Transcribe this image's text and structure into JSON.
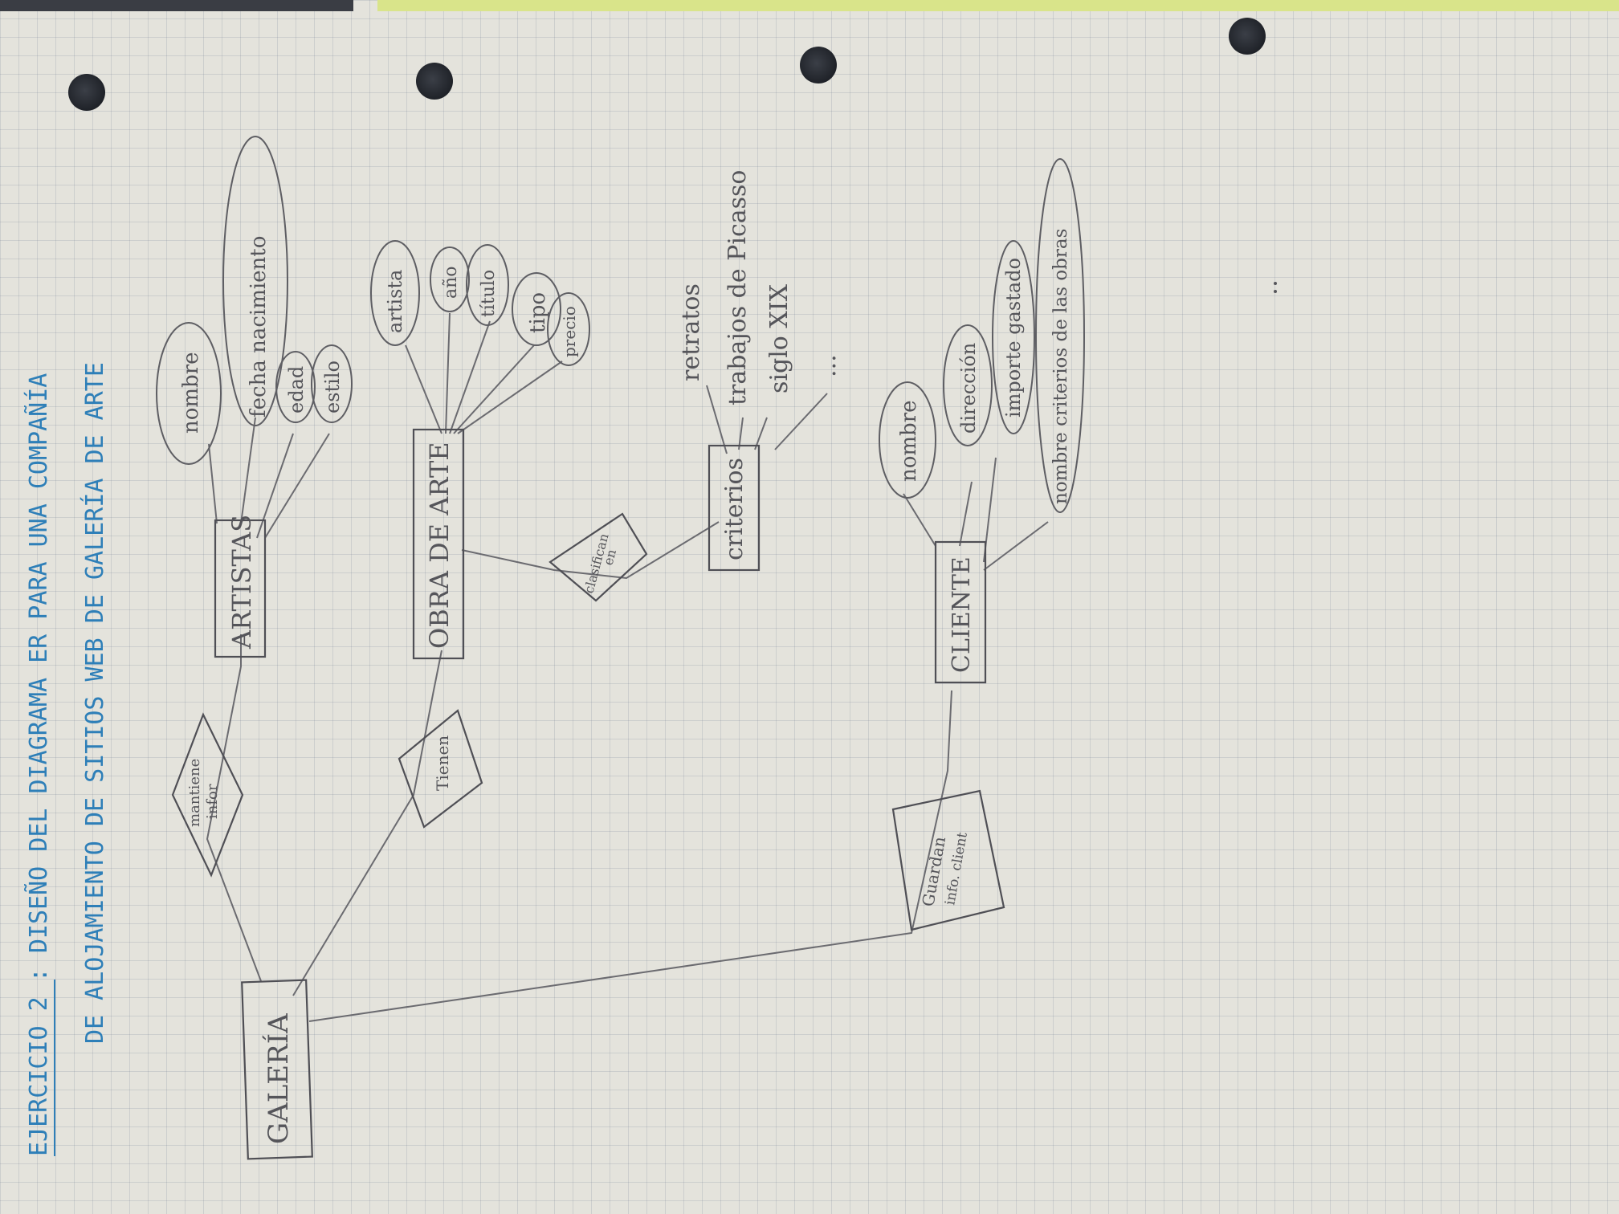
{
  "title": {
    "line1": "EJERCICIO 2 : DISEÑO DEL DIAGRAMA ER PARA UNA COMPAÑÍA",
    "line2": "DE ALOJAMIENTO DE SITIOS WEB DE GALERÍA DE ARTE"
  },
  "entities": {
    "galeria": "GALERÍA",
    "artistas": "ARTISTAS",
    "obra": "OBRA DE ARTE",
    "criterios": "criterios",
    "cliente": "CLIENTE"
  },
  "relationships": {
    "mantiene": [
      "mantiene",
      "infor"
    ],
    "tienen": "Tienen",
    "clasifican": [
      "clasifican",
      "en"
    ],
    "guardan": [
      "Guardan",
      "info. client"
    ]
  },
  "attributes": {
    "artistas": [
      "nombre",
      "fecha nacimiento",
      "edad",
      "estilo"
    ],
    "obra": [
      "artista",
      "año",
      "título",
      "tipo",
      "precio"
    ],
    "criterios": [
      "retratos",
      "trabajos de Picasso",
      "siglo XIX",
      "..."
    ],
    "cliente": [
      "nombre",
      "dirección",
      "importe gastado",
      "nombre criterios de las obras"
    ]
  },
  "colors": {
    "ink": "#2e7fb8",
    "pencil": "#55555a",
    "paper": "#e4e3dc",
    "edge_highlight": "#d9e48a"
  }
}
